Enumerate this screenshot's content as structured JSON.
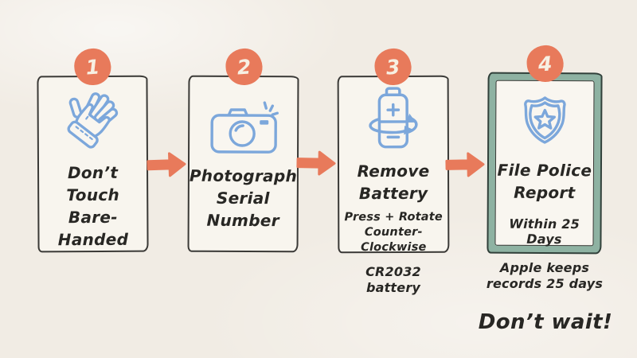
{
  "colors": {
    "background": "#f1ece4",
    "card_background": "#f8f5ee",
    "card_border": "#3a3936",
    "accent_salmon": "#e87a5b",
    "icon_blue": "#7ca7db",
    "highlight_teal": "#8eb2a2",
    "ink": "#282724",
    "badge_number": "#f7f0e3"
  },
  "connectors": {
    "icon": "arrow-right-icon",
    "color": "#e87a5b",
    "count": 3
  },
  "steps": [
    {
      "number": "1",
      "icon": "glove-icon",
      "title": "Don’t Touch Bare-Handed",
      "title_lines": [
        "Don’t Touch",
        "Bare-",
        "Handed"
      ],
      "highlighted": false
    },
    {
      "number": "2",
      "icon": "camera-icon",
      "title": "Photograph Serial Number",
      "title_lines": [
        "Photograph",
        "Serial",
        "Number"
      ],
      "highlighted": false
    },
    {
      "number": "3",
      "icon": "battery-rotate-icon",
      "title": "Remove Battery",
      "title_lines": [
        "Remove",
        "Battery"
      ],
      "subtitle_lines": [
        "Press + Rotate",
        "Counter-Clockwise"
      ],
      "caption_lines": [
        "CR2032 battery"
      ],
      "highlighted": false
    },
    {
      "number": "4",
      "icon": "police-badge-icon",
      "title": "File Police Report",
      "title_lines": [
        "File Police",
        "Report"
      ],
      "subtitle_lines": [
        "Within 25 Days"
      ],
      "caption_lines": [
        "Apple keeps",
        "records 25 days"
      ],
      "highlighted": true
    }
  ],
  "footer": {
    "note": "Don’t wait!"
  }
}
